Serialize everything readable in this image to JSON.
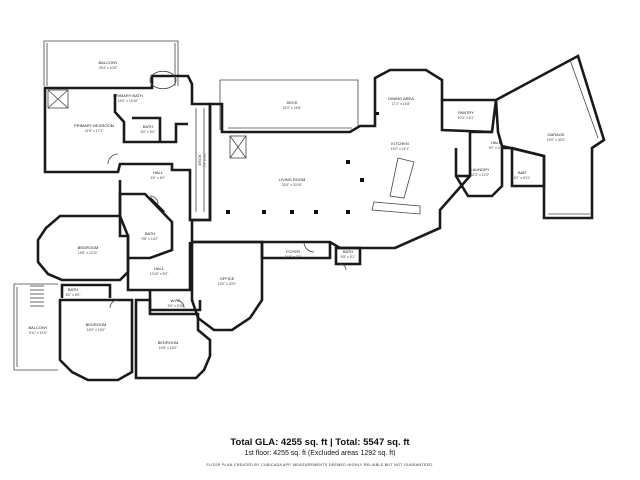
{
  "rooms": [
    {
      "name": "BALCONY",
      "dims": "29'4\" x 10'8\""
    },
    {
      "name": "PRIMARY BATH",
      "dims": "16'0\" x 14'10\""
    },
    {
      "name": "PRIMARY BEDROOM",
      "dims": "21'8\" x 17'4\""
    },
    {
      "name": "BATH",
      "dims": "5'0\" x 8'0\""
    },
    {
      "name": "DECK",
      "dims": "31'0\" x 16'6\""
    },
    {
      "name": "DINING AREA",
      "dims": "17'2\" x 14'8\""
    },
    {
      "name": "PANTRY",
      "dims": "10'3\" x 6'1\""
    },
    {
      "name": "GARAGE",
      "dims": "19'0\" x 32'0\""
    },
    {
      "name": "KITCHEN",
      "dims": "19'2\" x 24'1\""
    },
    {
      "name": "HALL",
      "dims": "5'0\" x 4'0\""
    },
    {
      "name": "LAUNDRY",
      "dims": "11'3\" x 11'0\""
    },
    {
      "name": "BAR",
      "dims": "8'2\" x 6'11\""
    },
    {
      "name": "DECK",
      "dims": "7'0\" x 5'0\""
    },
    {
      "name": "LIVING ROOM",
      "dims": "33'4\" x 20'10\""
    },
    {
      "name": "HALL",
      "dims": "6'0\" x 6'0\""
    },
    {
      "name": "BATH",
      "dims": "9'8\" x 14'2\""
    },
    {
      "name": "BEDROOM",
      "dims": "16'8\" x 12'11\""
    },
    {
      "name": "FOYER",
      "dims": "14'5\" x 7'0\""
    },
    {
      "name": "BATH",
      "dims": "5'5\" x 5'1\""
    },
    {
      "name": "HALL",
      "dims": "13'10\" x 5'0\""
    },
    {
      "name": "OFFICE",
      "dims": "13'0\" x 20'0\""
    },
    {
      "name": "W.I.C.",
      "dims": "9'4\" x 5'10\""
    },
    {
      "name": "BATH",
      "dims": "8'0\" x 6'0\""
    },
    {
      "name": "BALCONY",
      "dims": "9'11\" x 13'0\""
    },
    {
      "name": "BEDROOM",
      "dims": "16'0\" x 16'0\""
    },
    {
      "name": "BEDROOM",
      "dims": "14'8\" x 16'0\""
    }
  ],
  "footer": {
    "totals": "Total GLA: 4255 sq. ft | Total: 5547 sq. ft",
    "floor": "1st floor: 4255 sq. ft (Excluded areas 1292 sq. ft)",
    "disclaimer": "FLOOR PLAN CREATED BY CUBICASA APP. MEASUREMENTS DEEMED HIGHLY RELIABLE BUT NOT GUARANTEED."
  }
}
